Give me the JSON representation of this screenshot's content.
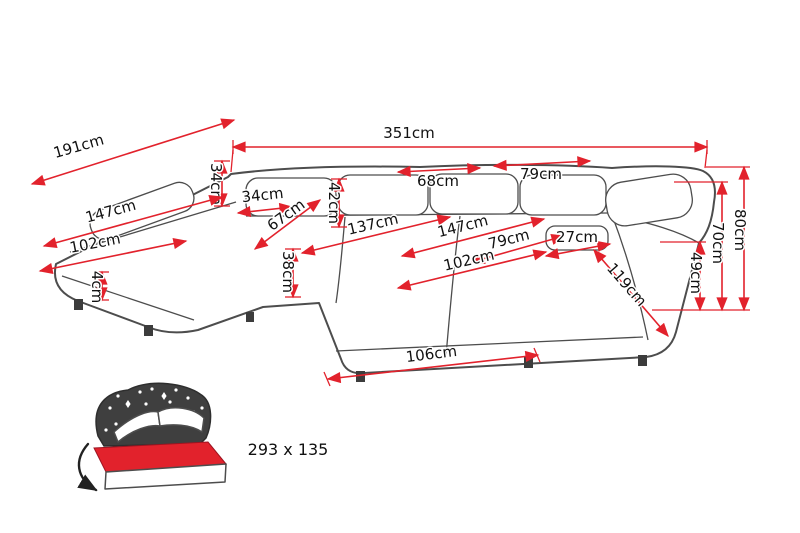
{
  "diagram": {
    "unit": "cm",
    "colors": {
      "dimension_line": "#e2222c",
      "outline": "#4d4d4d",
      "text": "#111111",
      "background": "#ffffff",
      "headboard": "#3f3f3f"
    },
    "labels": {
      "d191": "191cm",
      "d351": "351cm",
      "d34_vertical": "34cm",
      "d34_horizontal": "34cm",
      "d147_left": "147cm",
      "d102_left": "102cm",
      "d4": "4cm",
      "d67": "67cm",
      "d42": "42cm",
      "d137": "137cm",
      "d68": "68cm",
      "d79_top": "79cm",
      "d147_middle": "147cm",
      "d79_middle": "79cm",
      "d27": "27cm",
      "d102_seat": "102cm",
      "d38": "38cm",
      "d119": "119cm",
      "d49": "49cm",
      "d70": "70cm",
      "d80": "80cm",
      "d106": "106cm"
    },
    "sleeping_area_label": "293 x 135",
    "icons": {
      "sleeping_function": "bed-with-starry-headboard-icon"
    }
  }
}
